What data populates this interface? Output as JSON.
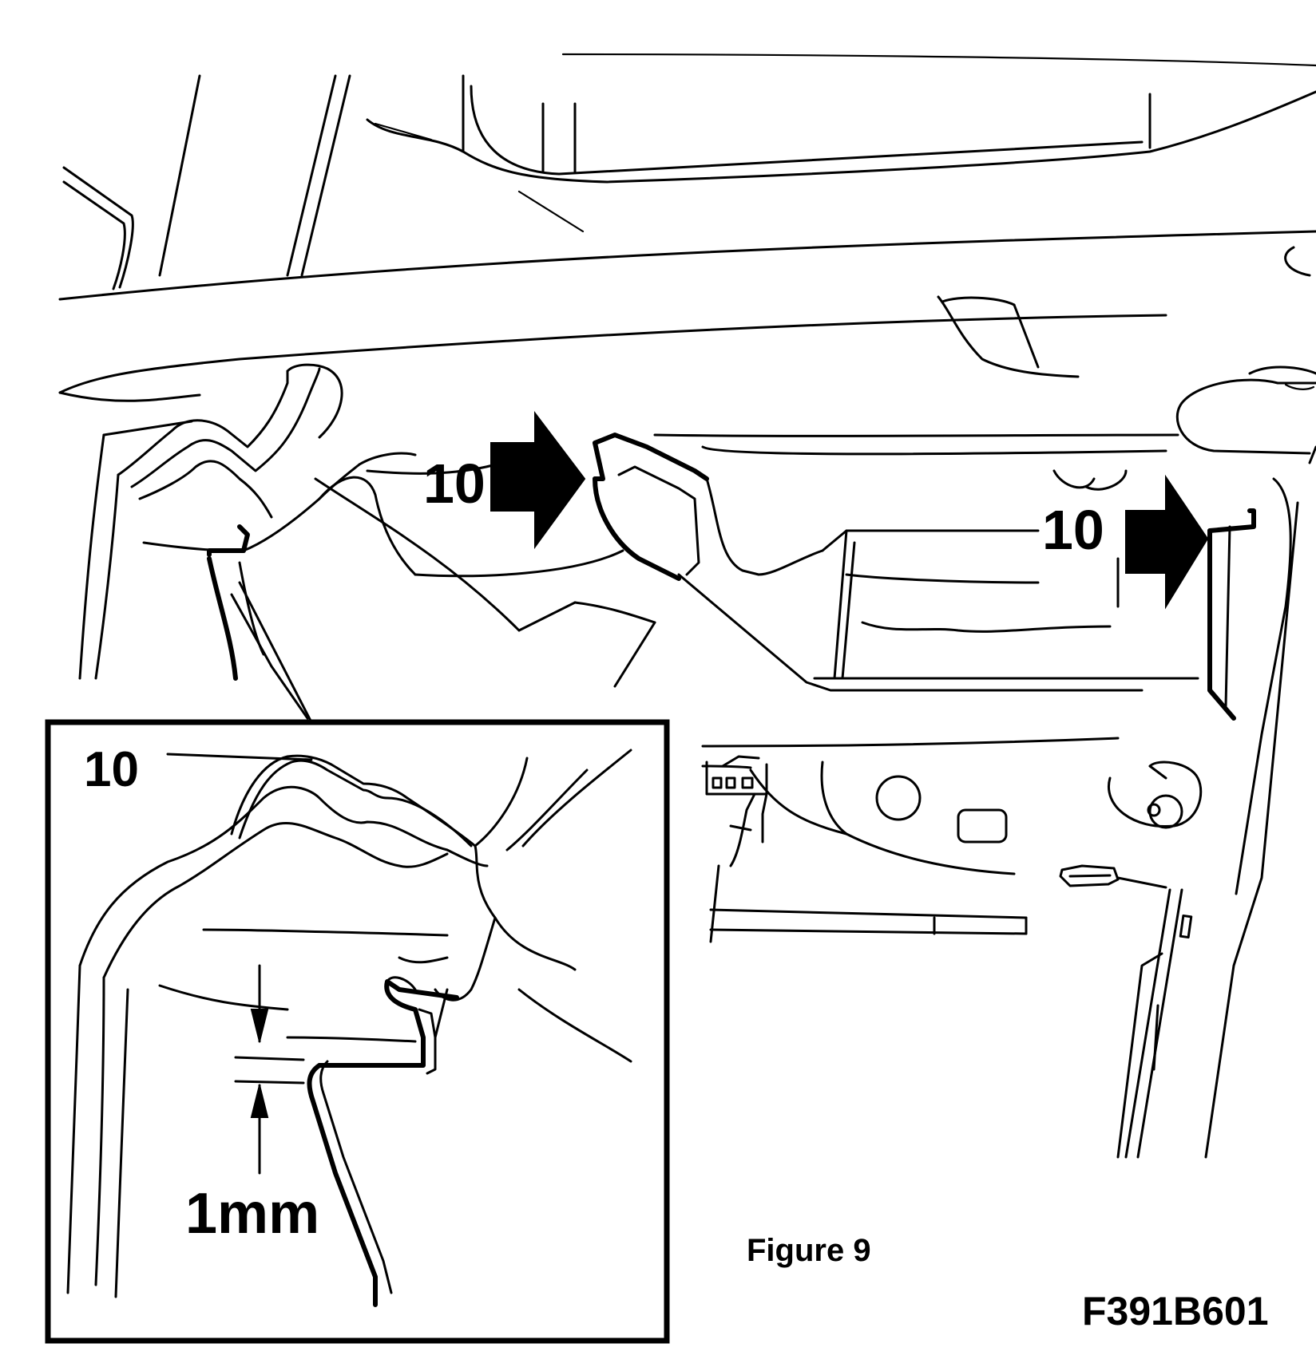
{
  "labels": {
    "callout_main_left": "10",
    "callout_main_right": "10",
    "callout_inset": "10",
    "gap_dimension": "1mm",
    "figure_caption": "Figure 9",
    "drawing_code": "F391B601"
  },
  "colors": {
    "ink": "#000000",
    "paper": "#ffffff"
  }
}
